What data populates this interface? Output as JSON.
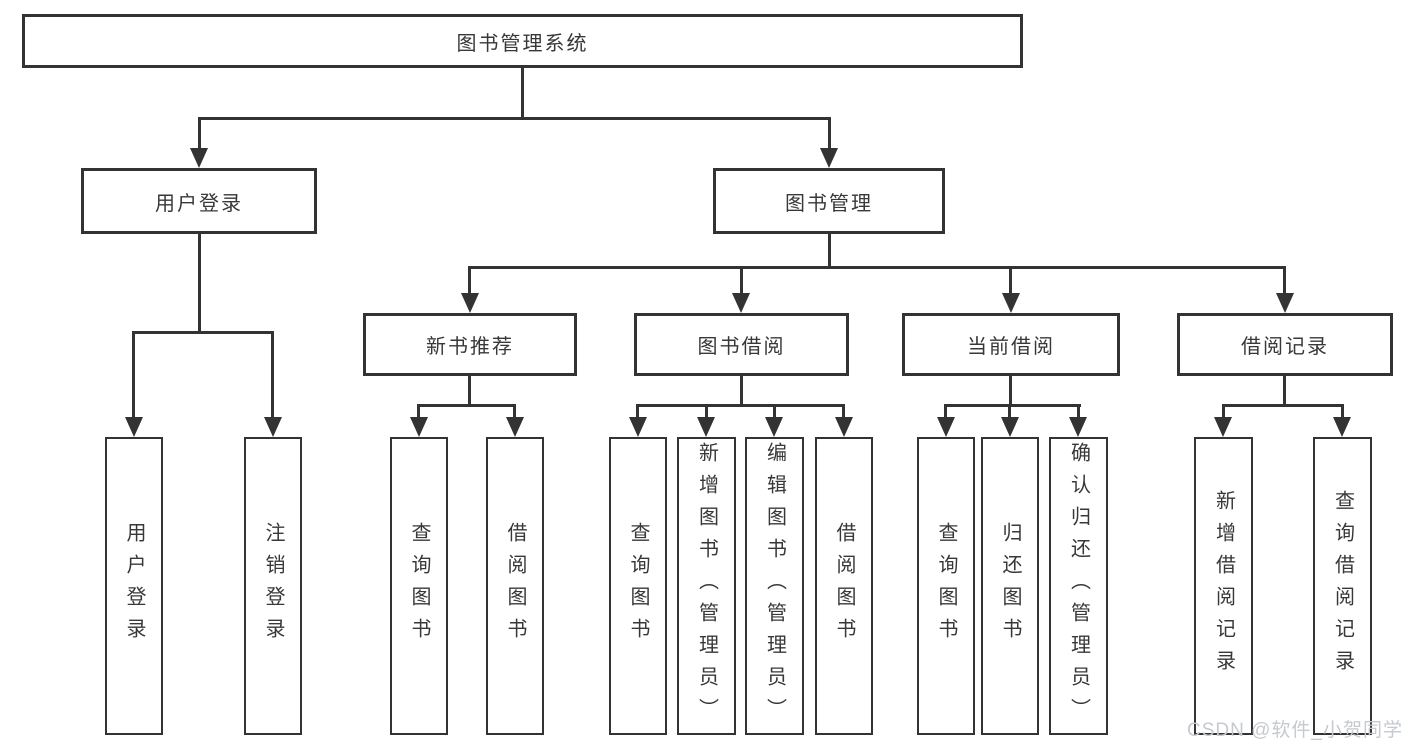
{
  "tree": {
    "label": "图书管理系统",
    "children": [
      {
        "label": "用户登录",
        "children": [
          {
            "label": "用户登录"
          },
          {
            "label": "注销登录"
          }
        ]
      },
      {
        "label": "图书管理",
        "children": [
          {
            "label": "新书推荐",
            "children": [
              {
                "label": "查询图书"
              },
              {
                "label": "借阅图书"
              }
            ]
          },
          {
            "label": "图书借阅",
            "children": [
              {
                "label": "查询图书"
              },
              {
                "label": "新增图书（管理员）"
              },
              {
                "label": "编辑图书（管理员）"
              },
              {
                "label": "借阅图书"
              }
            ]
          },
          {
            "label": "当前借阅",
            "children": [
              {
                "label": "查询图书"
              },
              {
                "label": "归还图书"
              },
              {
                "label": "确认归还（管理员）"
              }
            ]
          },
          {
            "label": "借阅记录",
            "children": [
              {
                "label": "新增借阅记录"
              },
              {
                "label": "查询借阅记录"
              }
            ]
          }
        ]
      }
    ]
  },
  "watermark": {
    "text": "CSDN @软件_小贺同学"
  },
  "colors": {
    "line": "#333333",
    "text": "#383838",
    "background": "#ffffff",
    "watermark": "#c6c9cd"
  }
}
